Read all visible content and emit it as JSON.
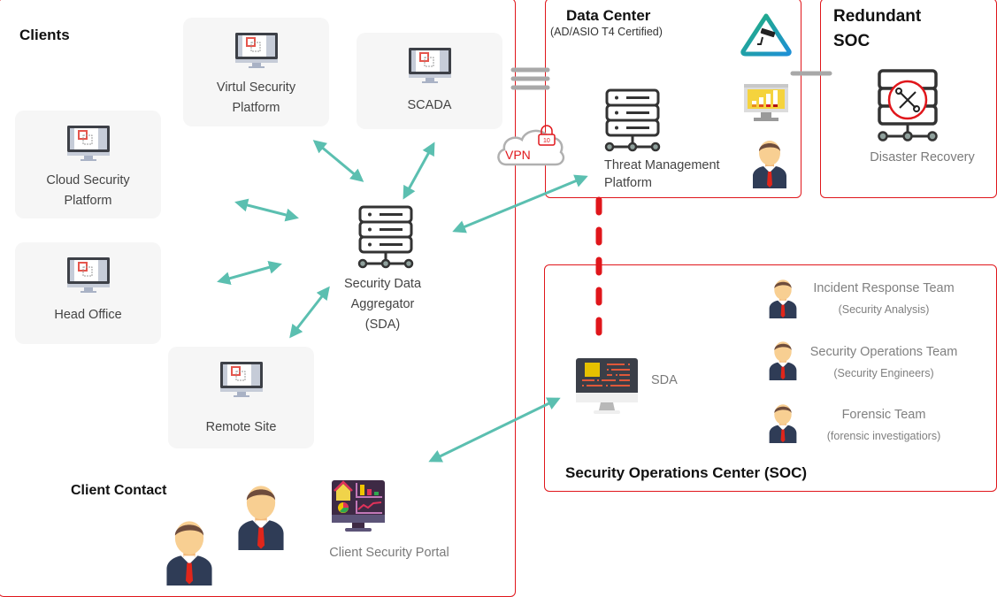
{
  "zones": {
    "clients": {
      "title": "Clients"
    },
    "data_center": {
      "title": "Data Center",
      "subtitle": "(AD/ASIO T4 Certified)"
    },
    "redundant_soc": {
      "title_line1": "Redundant",
      "title_line2": "SOC"
    },
    "soc": {
      "title": "Security Operations Center (SOC)"
    }
  },
  "clients": [
    {
      "id": "virtual",
      "line1": "Virtul Security",
      "line2": "Platform"
    },
    {
      "id": "scada",
      "line1": "SCADA",
      "line2": ""
    },
    {
      "id": "cloud",
      "line1": "Cloud Security",
      "line2": "Platform"
    },
    {
      "id": "head",
      "line1": "Head Office",
      "line2": ""
    },
    {
      "id": "remote",
      "line1": "Remote Site",
      "line2": ""
    }
  ],
  "aggregator": {
    "line1": "Security Data",
    "line2": "Aggregator",
    "line3": "(SDA)"
  },
  "vpn": {
    "label": "VPN"
  },
  "threat_platform": {
    "line1": "Threat Management",
    "line2": "Platform"
  },
  "disaster_recovery": {
    "label": "Disaster Recovery"
  },
  "soc_sda": {
    "label": "SDA"
  },
  "teams": [
    {
      "name": "Incident Response Team",
      "role": "(Security Analysis)"
    },
    {
      "name": "Security Operations Team",
      "role": "(Security Engineers)"
    },
    {
      "name": "Forensic Team",
      "role": "(forensic investigatiors)"
    }
  ],
  "client_contact": {
    "title": "Client Contact"
  },
  "client_portal": {
    "label": "Client Security Portal"
  },
  "colors": {
    "border": "#e0161b",
    "arrow": "#5bbfb0",
    "link_grey": "#a8a8a8",
    "dashed_red": "#e0161b"
  }
}
